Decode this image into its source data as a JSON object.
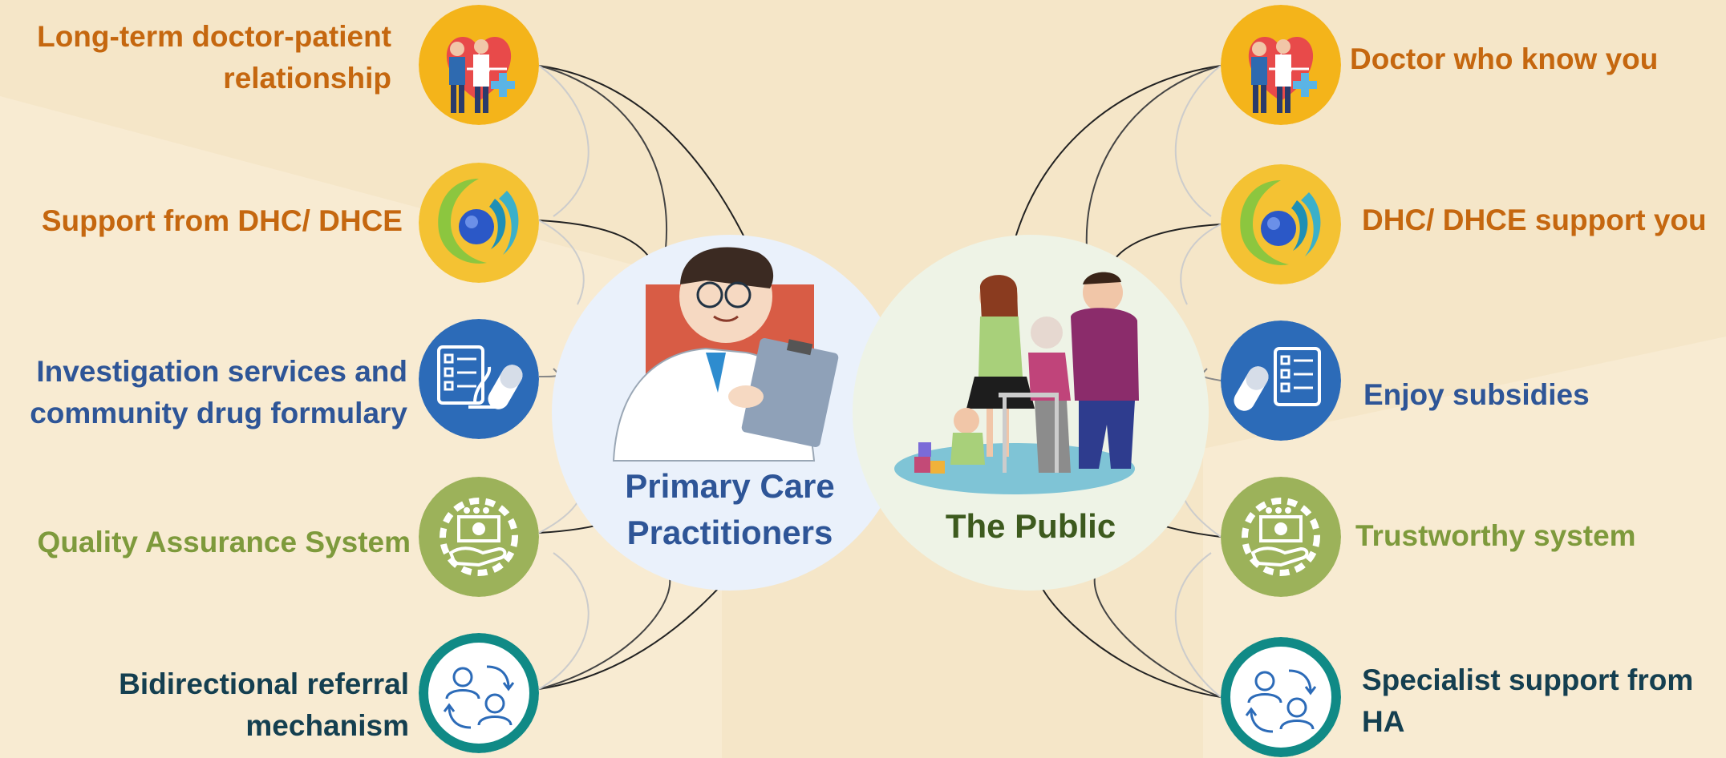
{
  "colors": {
    "background": "#f5e6c8",
    "background_light": "#f8ebd2",
    "orange_text": "#c5670f",
    "blue_text": "#2e5597",
    "green_text": "#7e9a3c",
    "teal_text": "#143f50",
    "hub_left_fill": "#eaf1fb",
    "hub_right_fill": "#eef3e6",
    "hub_left_title": "#2e5597",
    "hub_right_title": "#3d5a1e"
  },
  "hubs": {
    "left": {
      "title_line1": "Primary Care",
      "title_line2": "Practitioners",
      "icon": "doctor-with-clipboard-illustration"
    },
    "right": {
      "title": "The Public",
      "icon": "family-illustration"
    }
  },
  "left_items": [
    {
      "line1": "Long-term doctor-patient",
      "line2": "relationship",
      "icon": "doctor-patient-heart-icon"
    },
    {
      "line1": "Support from DHC/ DHCE",
      "line2": "",
      "icon": "dhc-swirl-logo-icon"
    },
    {
      "line1": "Investigation services and",
      "line2": "community drug formulary",
      "icon": "checklist-microscope-pill-icon"
    },
    {
      "line1": "Quality Assurance System",
      "line2": "",
      "icon": "gear-hand-money-icon"
    },
    {
      "line1": "Bidirectional referral",
      "line2": "mechanism",
      "icon": "referral-arrows-icon"
    }
  ],
  "right_items": [
    {
      "line1": "Doctor who know you",
      "line2": "",
      "icon": "doctor-patient-heart-icon"
    },
    {
      "line1": "DHC/ DHCE support you",
      "line2": "",
      "icon": "dhc-swirl-logo-icon"
    },
    {
      "line1": "Enjoy subsidies",
      "line2": "",
      "icon": "checklist-microscope-pill-icon"
    },
    {
      "line1": "Trustworthy system",
      "line2": "",
      "icon": "gear-hand-money-icon"
    },
    {
      "line1": "Specialist support from",
      "line2": "HA",
      "icon": "referral-arrows-icon"
    }
  ]
}
